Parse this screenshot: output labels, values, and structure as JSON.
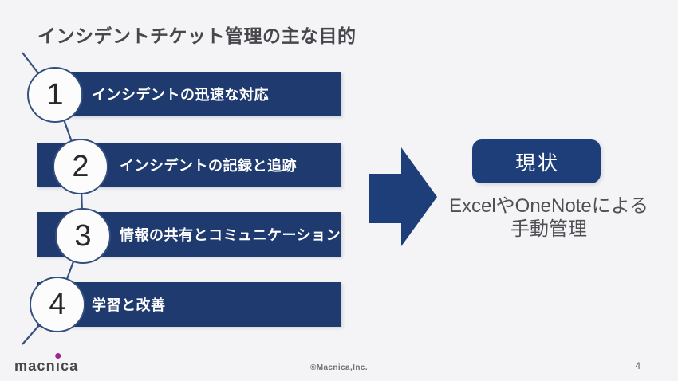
{
  "slide": {
    "title": "インシデントチケット管理の主な目的",
    "process": {
      "items": [
        {
          "number": "1",
          "label": "インシデントの迅速な対応"
        },
        {
          "number": "2",
          "label": "インシデントの記録と追跡"
        },
        {
          "number": "3",
          "label": "情報の共有とコミュニケーション"
        },
        {
          "number": "4",
          "label": "学習と改善"
        }
      ]
    },
    "result": {
      "badge_label": "現状",
      "description_line1": "ExcelやOneNoteによる",
      "description_line2": "手動管理"
    },
    "footer": {
      "logo_text": "macnica",
      "logo_display": {
        "left": "macn",
        "i_stem": "ı",
        "right": "ca"
      },
      "copyright": "©Macnica,Inc.",
      "page_number": "4"
    },
    "colors": {
      "bar_navy": "#1e3a6e",
      "badge_navy": "#1e3e7a",
      "arrow_navy": "#1e3e7a",
      "line_navy": "#35507f",
      "title_gray": "#46474c",
      "body_gray": "#4e5055",
      "background": "#f4f4f6",
      "bar_text": "#ffffff",
      "number_gray": "#27282b",
      "footer_gray": "#6f6f73",
      "logo_gray": "#48484c",
      "logo_dot_magenta": "#a2258e"
    }
  }
}
